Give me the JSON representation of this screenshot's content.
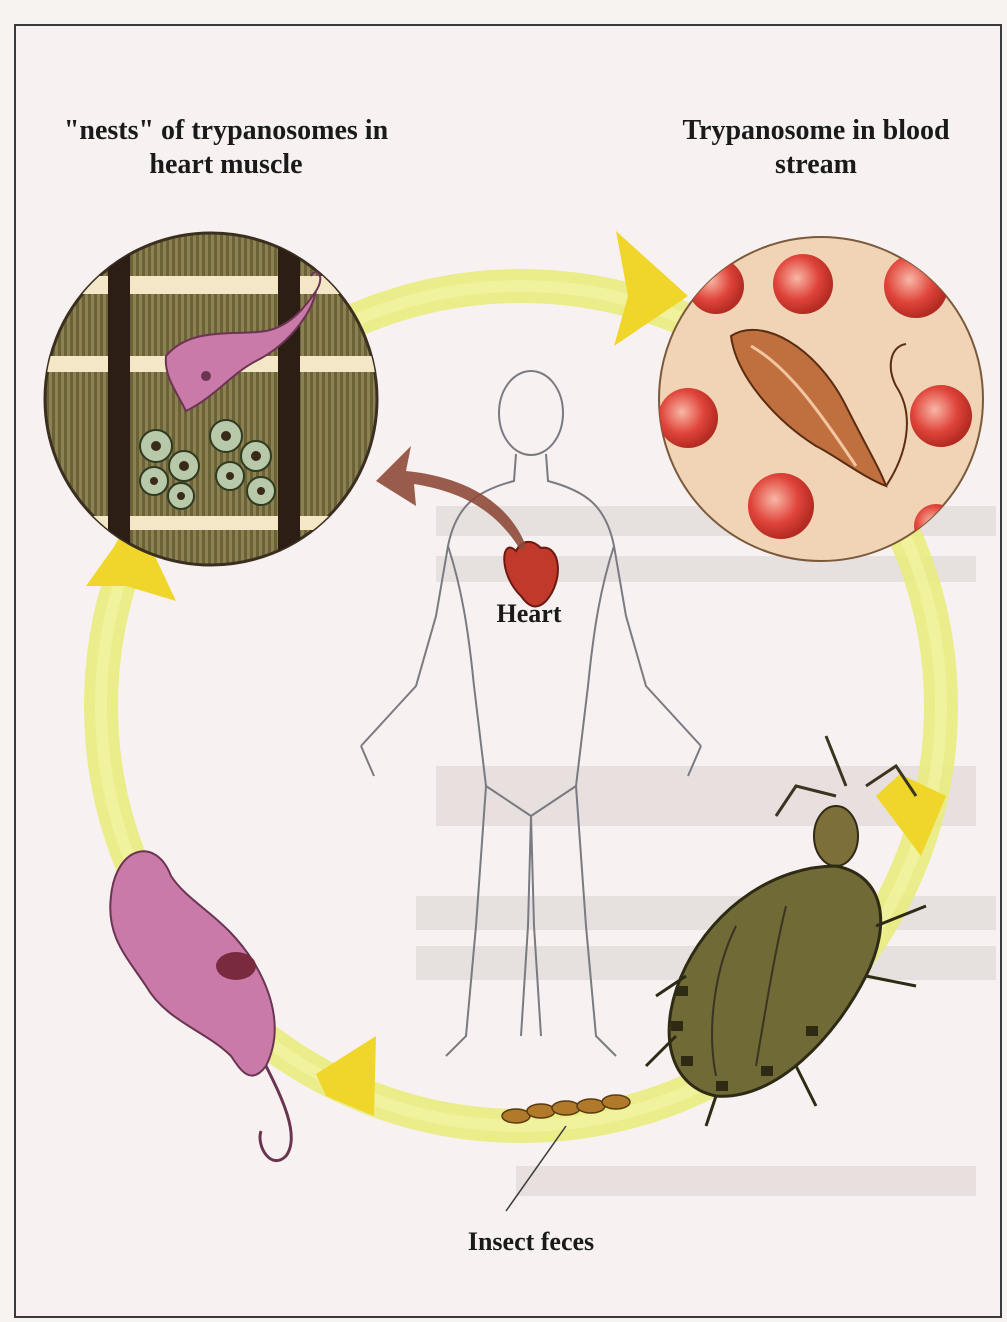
{
  "labels": {
    "nests": "\"nests\" of trypanosomes in heart muscle",
    "bloodstream": "Trypanosome in blood stream",
    "heart": "Heart",
    "feces": "Insect feces"
  },
  "colors": {
    "cycle_ring": "#e6ea5a",
    "arrow_head": "#f0d62a",
    "blood_cell": "#e0443a",
    "trypanosome": "#c97aa8",
    "bug_body": "#6f6a36",
    "heart": "#c0392b"
  },
  "icons": [
    "cycle-arrow-icon",
    "heart-icon",
    "trypanosome-icon",
    "kissing-bug-icon",
    "human-outline-icon"
  ]
}
